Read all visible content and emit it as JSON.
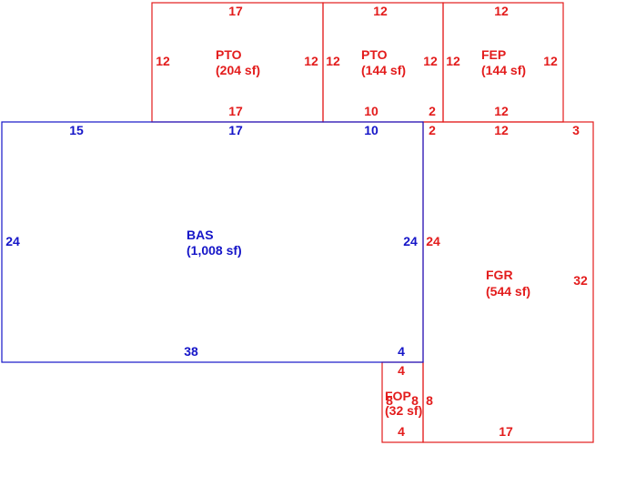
{
  "colors": {
    "main_area": "#1515c8",
    "addition": "#e31c1c",
    "background": "#ffffff"
  },
  "areas": {
    "bas": {
      "code": "BAS",
      "area": "(1,008 sf)"
    },
    "pto_1": {
      "code": "PTO",
      "area": "(204 sf)"
    },
    "pto_2": {
      "code": "PTO",
      "area": "(144 sf)"
    },
    "fep": {
      "code": "FEP",
      "area": "(144 sf)"
    },
    "fgr": {
      "code": "FGR",
      "area": "(544 sf)"
    },
    "fop": {
      "code": "FOP",
      "area": "(32 sf)"
    }
  },
  "dimensions": {
    "pto_1": {
      "top": "17",
      "left": "12",
      "right": "12",
      "bottom": "17"
    },
    "pto_2": {
      "top": "12",
      "left": "12",
      "right": "12",
      "bottom": "10",
      "bottom_offset": "2"
    },
    "fep": {
      "top": "12",
      "left": "12",
      "right": "12",
      "bottom": "12"
    },
    "bas": {
      "top_left": "15",
      "top_mid": "17",
      "top_right": "10",
      "left": "24",
      "right": "24",
      "bottom": "38",
      "bottom_right": "4"
    },
    "fgr": {
      "top_offset": "2",
      "top": "12",
      "top_right": "3",
      "left": "24",
      "right": "32",
      "bottom": "17"
    },
    "fop": {
      "top": "4",
      "left": "8",
      "right": "8",
      "right_outer": "8",
      "bottom": "4"
    }
  }
}
